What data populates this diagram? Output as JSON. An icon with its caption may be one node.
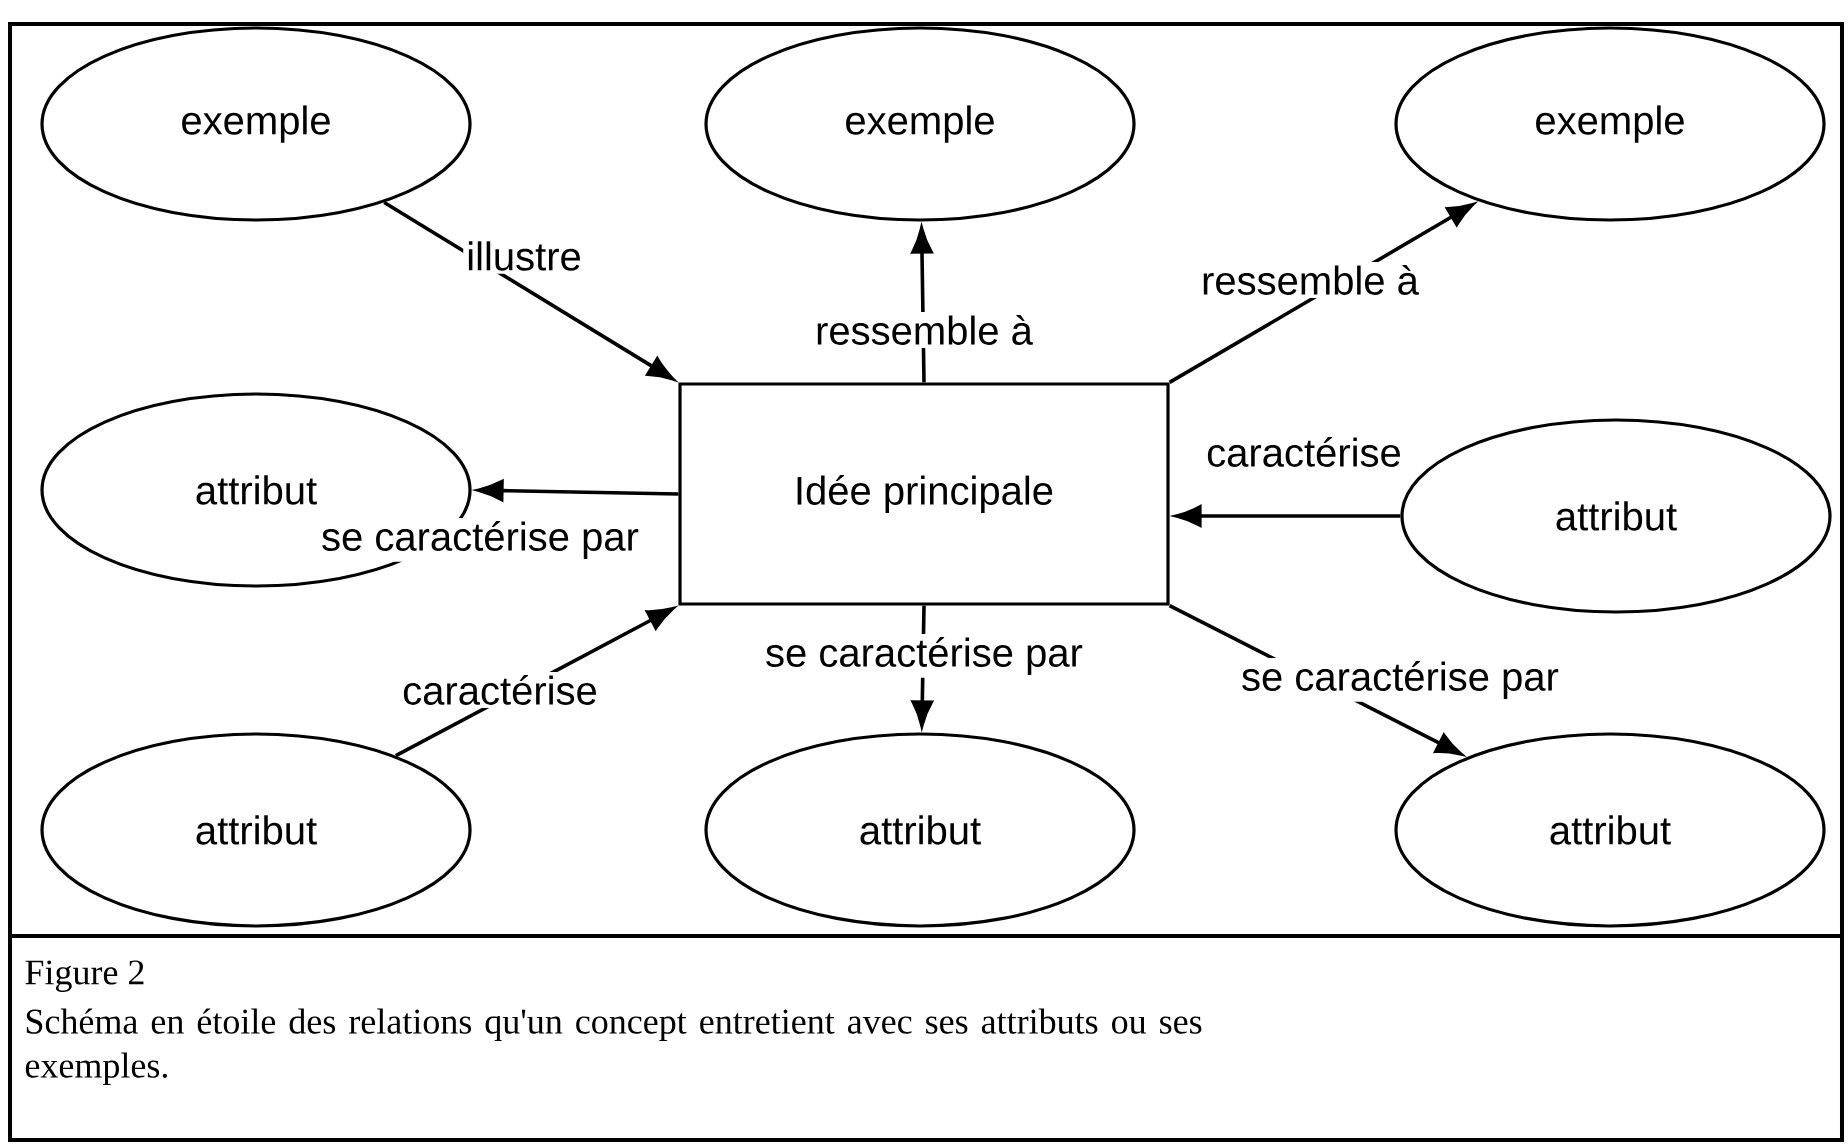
{
  "diagram": {
    "title": "Figure 2",
    "caption": "Schéma en étoile des relations qu'un concept entretient avec ses attributs ou ses exemples.",
    "nodes": [
      {
        "text": [
          "exemple"
        ]
      },
      {
        "text": [
          "exemple"
        ]
      },
      {
        "text": [
          "exemple"
        ]
      },
      {
        "text": [
          "attribut"
        ]
      },
      {
        "text": [
          "Idée principale"
        ]
      },
      {
        "text": [
          "attribut"
        ]
      },
      {
        "text": [
          "attribut"
        ]
      },
      {
        "text": [
          "attribut"
        ]
      },
      {
        "text": [
          "attribut"
        ]
      }
    ],
    "edges": [
      {
        "from": 0,
        "to": 4,
        "arrow": "to",
        "label": "illustre"
      },
      {
        "from": 4,
        "to": 1,
        "arrow": "to",
        "label": "ressemble à"
      },
      {
        "from": 4,
        "to": 2,
        "arrow": "to",
        "label": "ressemble à"
      },
      {
        "from": 4,
        "to": 3,
        "arrow": "to",
        "label": "se caractérise par"
      },
      {
        "from": 5,
        "to": 4,
        "arrow": "to",
        "label": "caractérise"
      },
      {
        "from": 6,
        "to": 4,
        "arrow": "to",
        "label": "caractérise"
      },
      {
        "from": 4,
        "to": 7,
        "arrow": "to",
        "label": "se caractérise par"
      },
      {
        "from": 4,
        "to": 8,
        "arrow": "to",
        "label": "se caractérise par"
      }
    ]
  }
}
